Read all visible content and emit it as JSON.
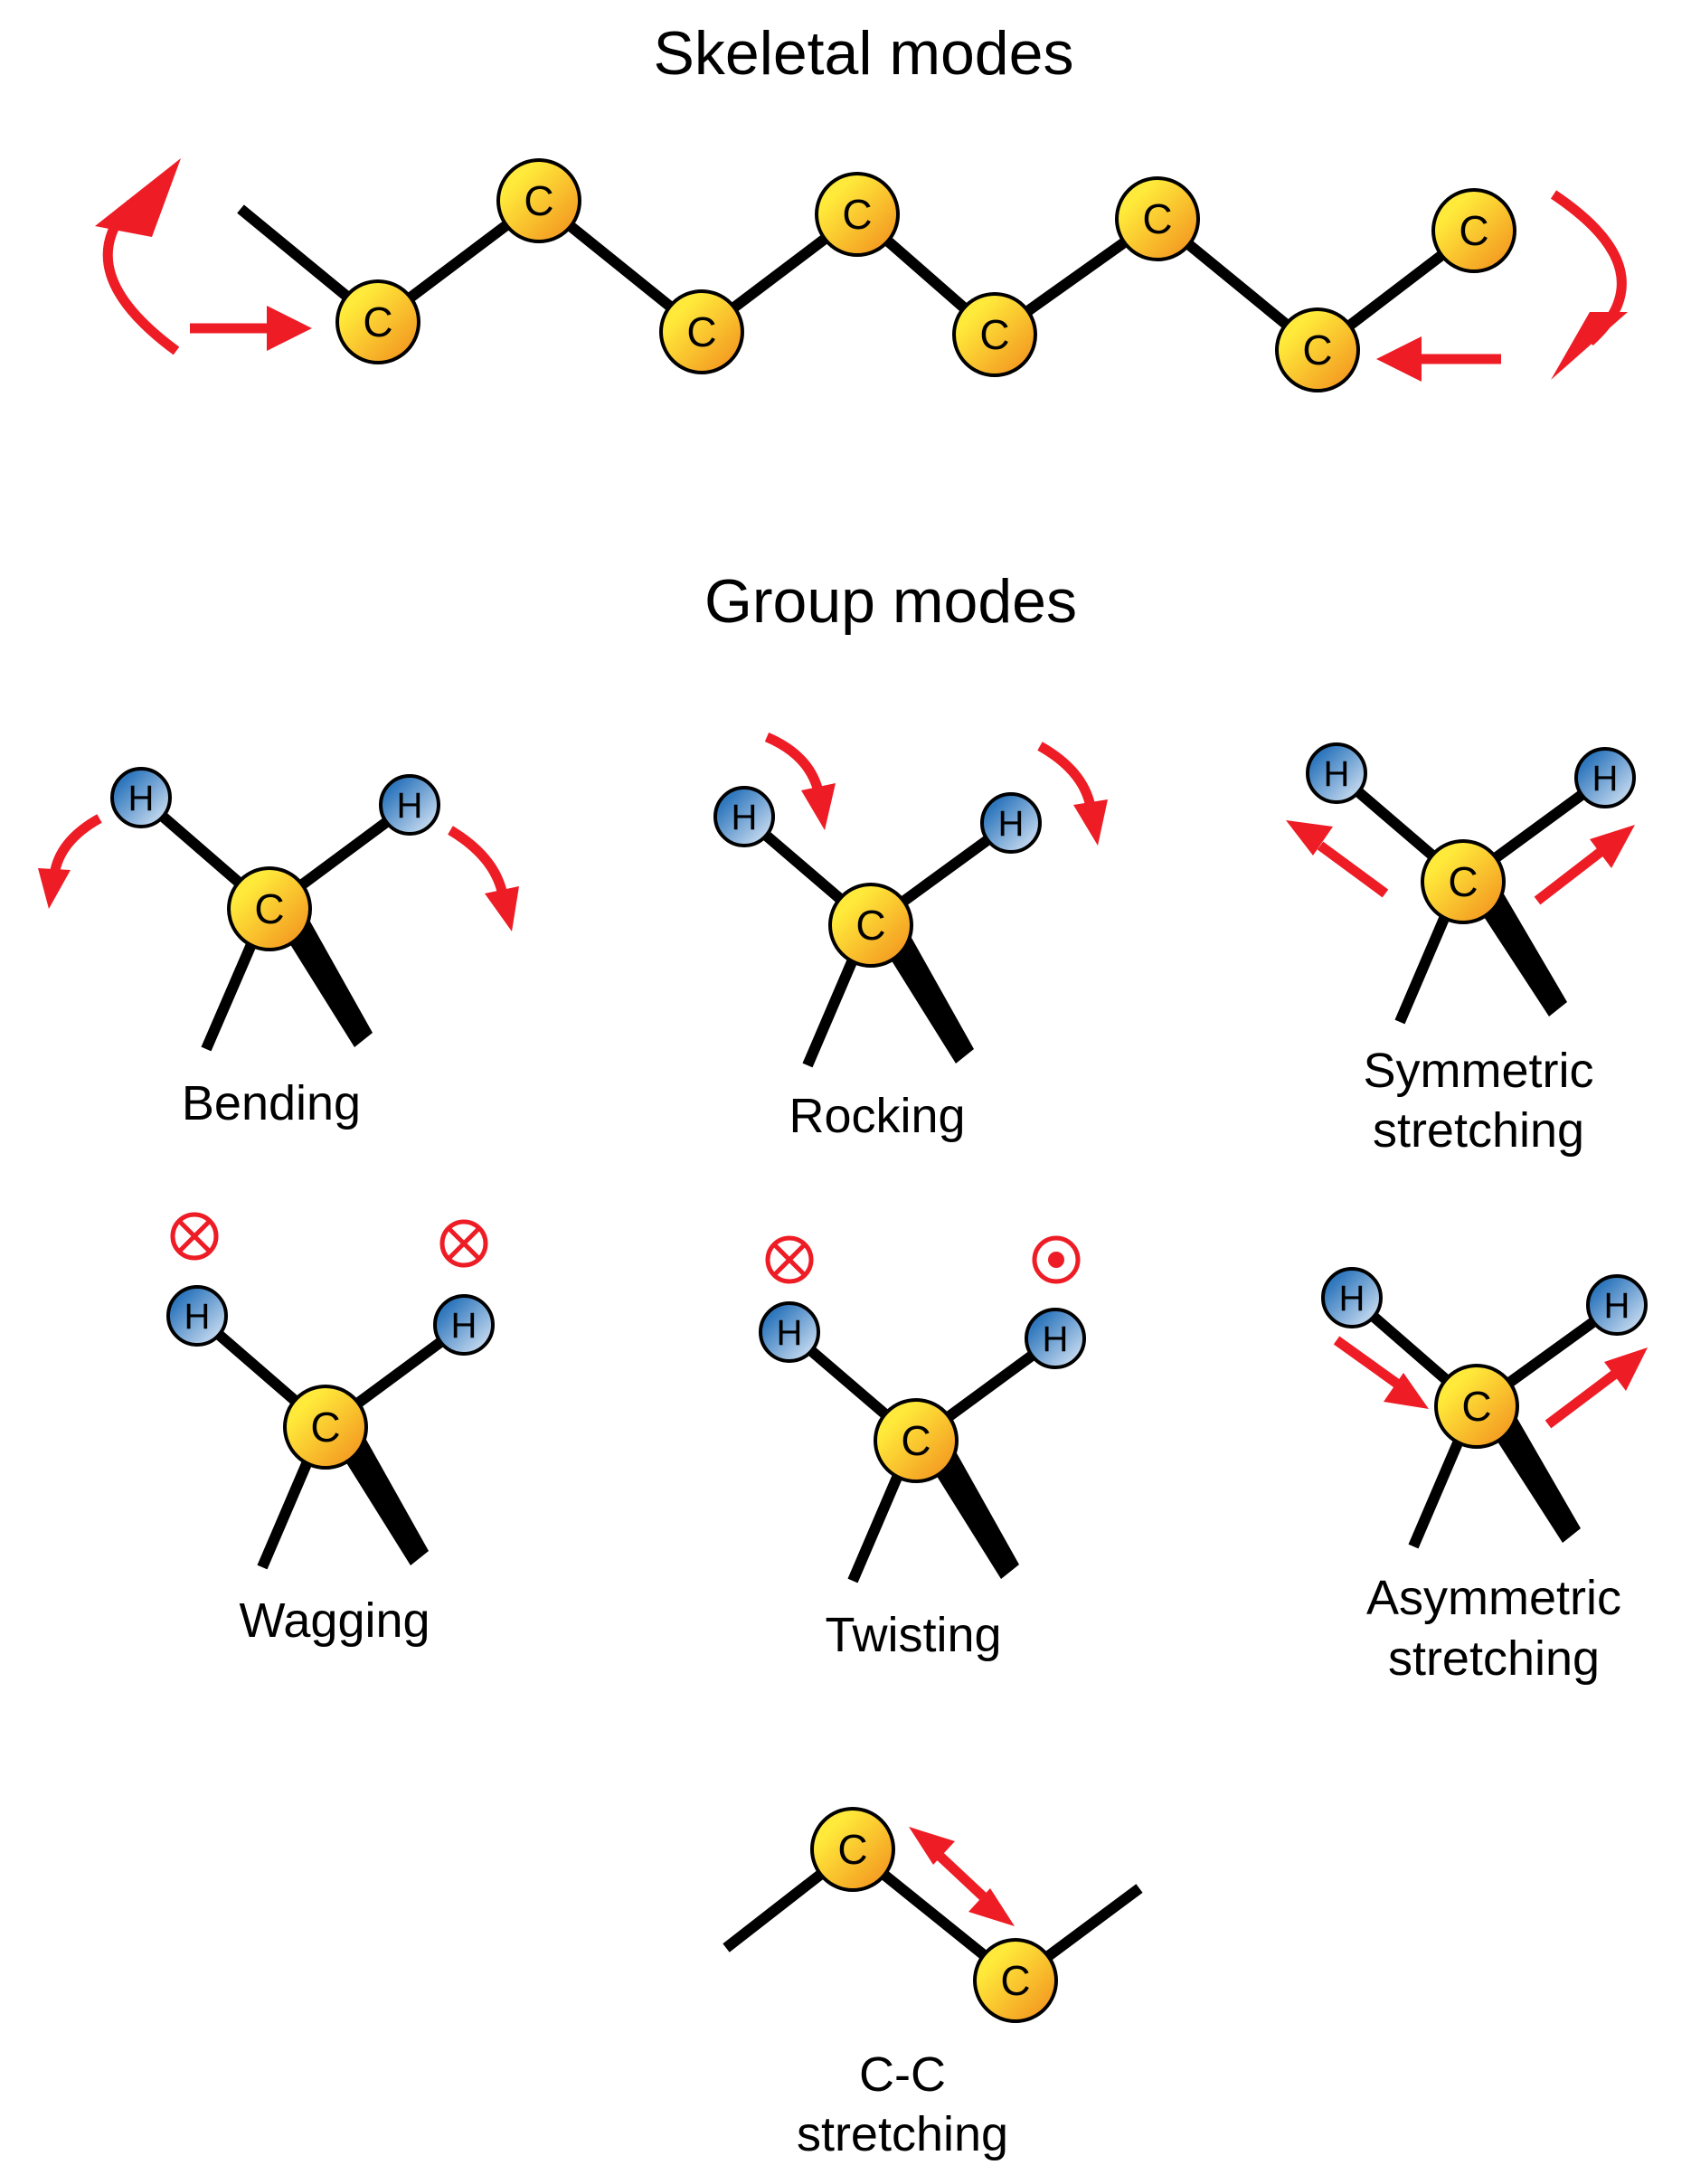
{
  "titles": {
    "skeletal": "Skeletal modes",
    "group": "Group modes"
  },
  "atoms": {
    "carbon": "C",
    "hydrogen": "H"
  },
  "modes": {
    "bending": "Bending",
    "rocking": "Rocking",
    "symmetric_line1": "Symmetric",
    "symmetric_line2": "stretching",
    "wagging": "Wagging",
    "twisting": "Twisting",
    "asymmetric_line1": "Asymmetric",
    "asymmetric_line2": "stretching",
    "cc_line1": "C-C",
    "cc_line2": "stretching"
  },
  "colors": {
    "carbon_light": "#ffe93a",
    "carbon_dark": "#f18a1c",
    "hydrogen_light": "#e3edf9",
    "hydrogen_dark": "#2f77bd",
    "arrow": "#ee1c25",
    "bond": "#000000"
  }
}
